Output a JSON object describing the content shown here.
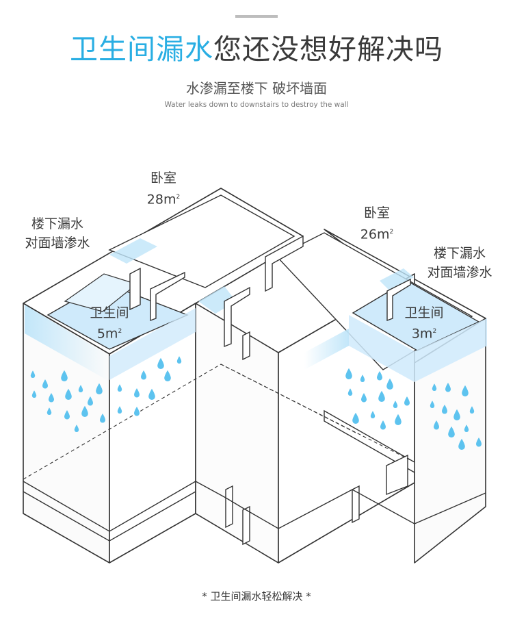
{
  "theme": {
    "accent": "#29aee3",
    "water": "#5dc3ef",
    "wet_floor": "#cfeafb"
  },
  "header": {
    "title_highlight": "卫生间漏水",
    "title_rest": "您还没想好解决吗",
    "subtitle_cn": "水渗漏至楼下 破坏墙面",
    "subtitle_en": "Water leaks down to downstairs to destroy the wall"
  },
  "labels": {
    "bedroom_left": {
      "name": "卧室",
      "area": "28m",
      "unit_sup": "2"
    },
    "bedroom_right": {
      "name": "卧室",
      "area": "26m",
      "unit_sup": "2"
    },
    "leak_left": {
      "line1": "楼下漏水",
      "line2": "对面墙渗水"
    },
    "leak_right": {
      "line1": "楼下漏水",
      "line2": "对面墙渗水"
    },
    "bathroom_left": {
      "name": "卫生间",
      "area": "5m",
      "unit_sup": "2"
    },
    "bathroom_right": {
      "name": "卫生间",
      "area": "3m",
      "unit_sup": "2"
    }
  },
  "footer": {
    "text": "* 卫生间漏水轻松解决 *"
  }
}
